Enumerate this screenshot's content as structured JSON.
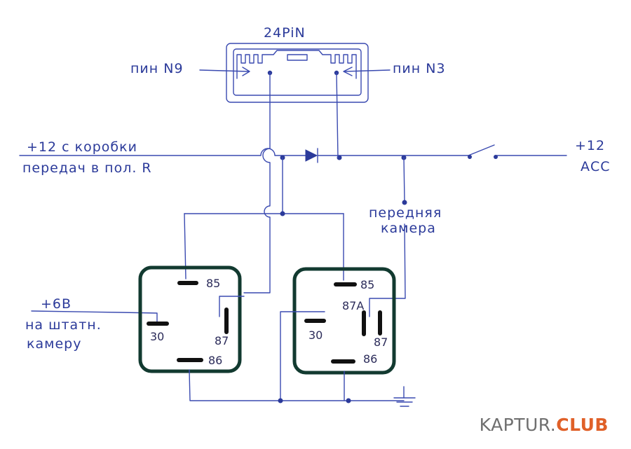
{
  "connector": {
    "title": "24PiN",
    "pin_left": "пин N9",
    "pin_right": "пин N3"
  },
  "wires": {
    "gear_line1": "+12 с коробки",
    "gear_line2": "передач в пол. R",
    "acc_line1": "+12",
    "acc_line2": "АСС",
    "front_cam_line1": "передняя",
    "front_cam_line2": "камера",
    "stock_cam_line1": "+6В",
    "stock_cam_line2": "на штатн.",
    "stock_cam_line3": "камеру"
  },
  "relay_left": {
    "pin_85": "85",
    "pin_86": "86",
    "pin_87": "87",
    "pin_30": "30"
  },
  "relay_right": {
    "pin_85": "85",
    "pin_86": "86",
    "pin_87": "87",
    "pin_87a": "87А",
    "pin_30": "30"
  },
  "watermark": {
    "part1": "KAPTUR.",
    "part2": "CLUB"
  },
  "colors": {
    "ink": "#2b3a9a",
    "relay": "#123a30",
    "brand": "#e06028"
  }
}
